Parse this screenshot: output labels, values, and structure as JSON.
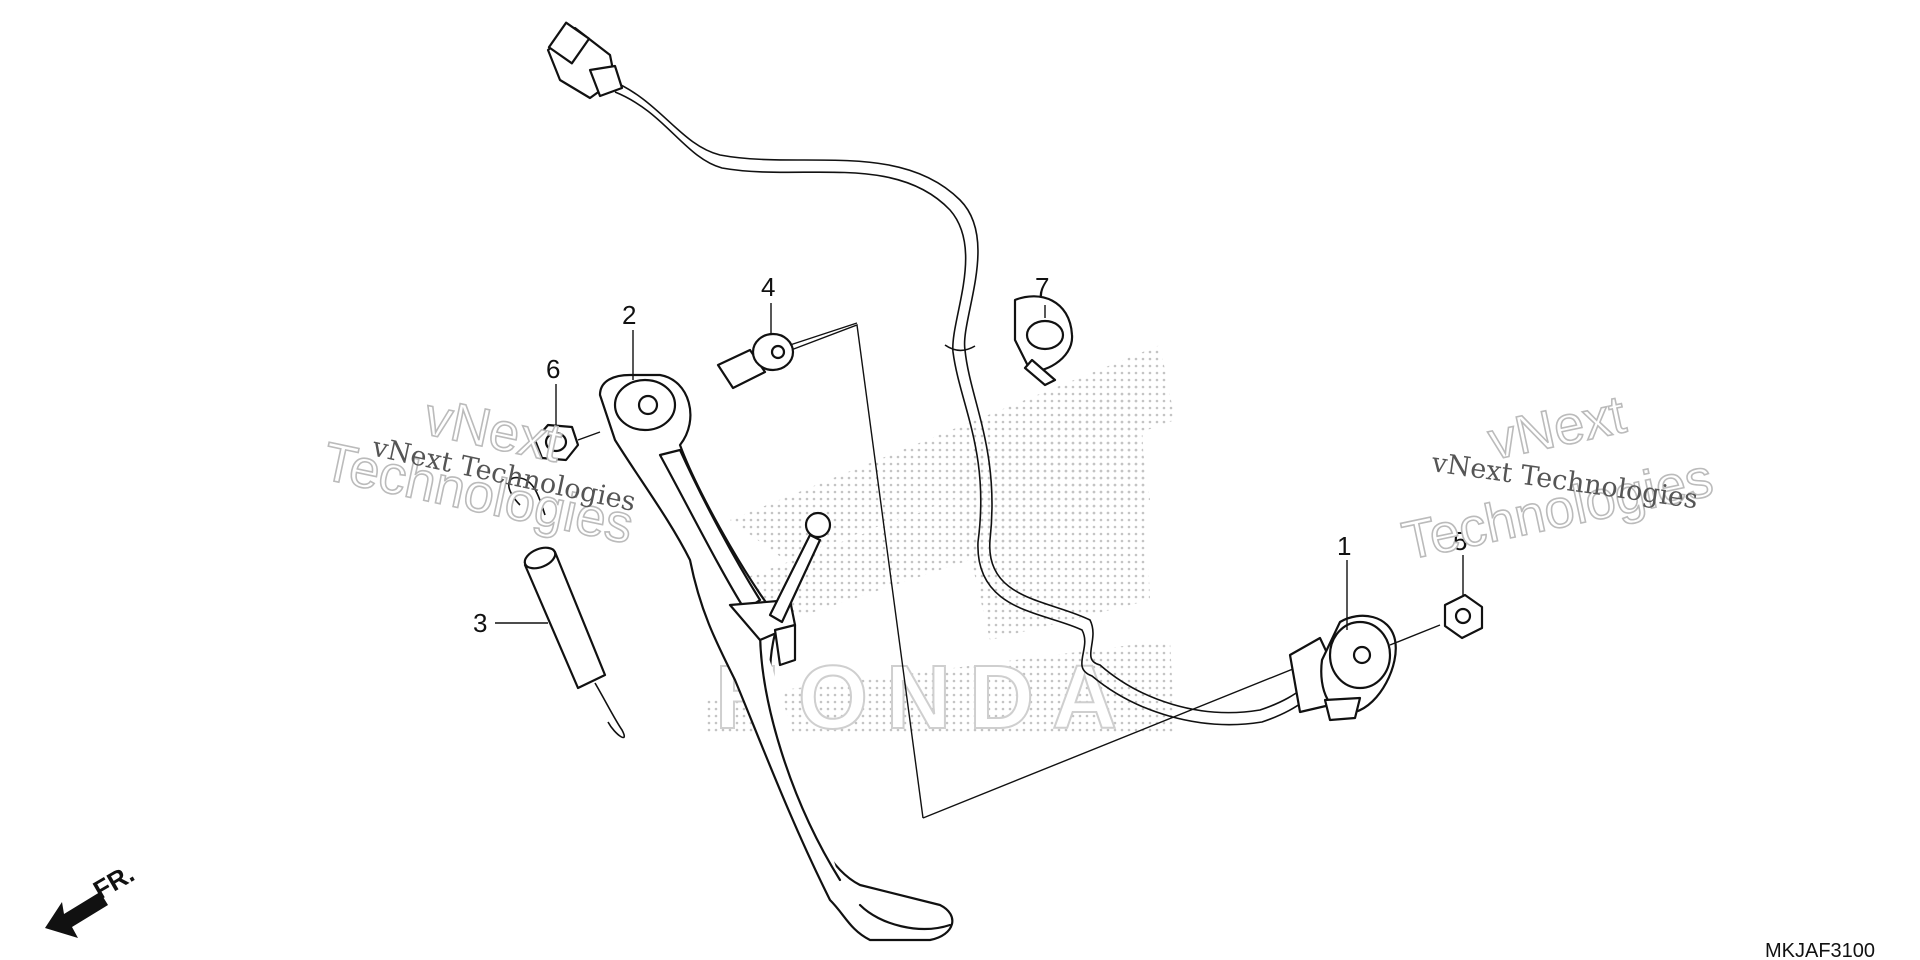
{
  "diagram": {
    "callouts": [
      {
        "number": "1"
      },
      {
        "number": "2"
      },
      {
        "number": "3"
      },
      {
        "number": "4"
      },
      {
        "number": "5"
      },
      {
        "number": "6"
      },
      {
        "number": "7"
      }
    ],
    "watermarks": {
      "left_small": "vNext Technologies",
      "left_big_line1": "vNext",
      "left_big_line2": "Technologies",
      "right_small": "vNext Technologies",
      "right_big_line1": "vNext",
      "right_big_line2": "Technologies",
      "logo_text": "HONDA"
    },
    "direction_label": "FR.",
    "diagram_code": "MKJAF3100",
    "colors": {
      "ink": "#111111",
      "watermark": "#bbbbbb",
      "background": "#ffffff"
    }
  }
}
